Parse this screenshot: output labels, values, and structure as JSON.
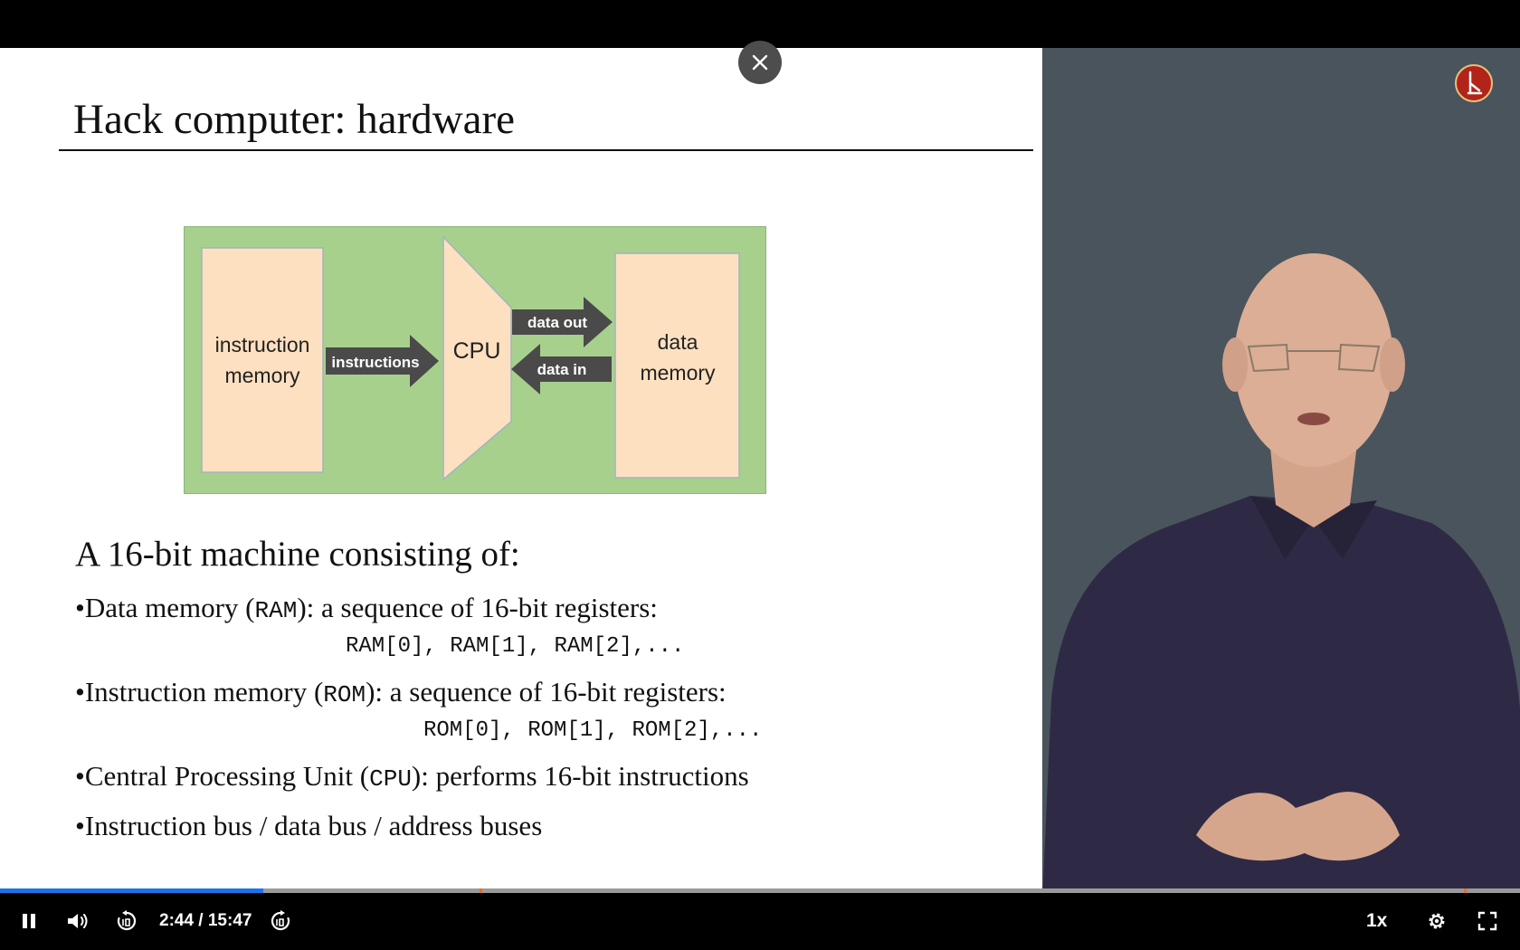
{
  "slide": {
    "title": "Hack computer: hardware",
    "diagram": {
      "instruction_memory": [
        "instruction",
        "memory"
      ],
      "cpu": "CPU",
      "data_memory": [
        "data",
        "memory"
      ],
      "arrow_instructions": "instructions",
      "arrow_data_out": "data out",
      "arrow_data_in": "data in"
    },
    "intro": "A 16-bit machine consisting of:",
    "bullets": [
      {
        "pre": "•Data memory (",
        "mono": "RAM",
        "post": "): a sequence of 16-bit registers:"
      },
      {
        "pre": "•Instruction memory (",
        "mono": "ROM",
        "post": "): a sequence of 16-bit registers:"
      },
      {
        "pre": "•Central Processing Unit (",
        "mono": "CPU",
        "post": "): performs 16-bit instructions"
      },
      {
        "text": "•Instruction bus / data bus / address buses"
      }
    ],
    "ram_line": "RAM[0], RAM[1], RAM[2],...",
    "rom_line": "ROM[0], ROM[1], ROM[2],..."
  },
  "player": {
    "time": "2:44 / 15:47",
    "speed": "1x",
    "progress_fraction": 0.173
  },
  "colors": {
    "diagram_bg": "#a8d08d",
    "block_fill": "#fde0c0",
    "arrow_fill": "#4a4a4a",
    "progress": "#1a73e8",
    "panel_bg": "#4a545c"
  },
  "icons": [
    "close-icon",
    "pause-icon",
    "volume-icon",
    "rewind-10-icon",
    "forward-10-icon",
    "settings-icon",
    "fullscreen-icon",
    "channel-logo-icon"
  ]
}
